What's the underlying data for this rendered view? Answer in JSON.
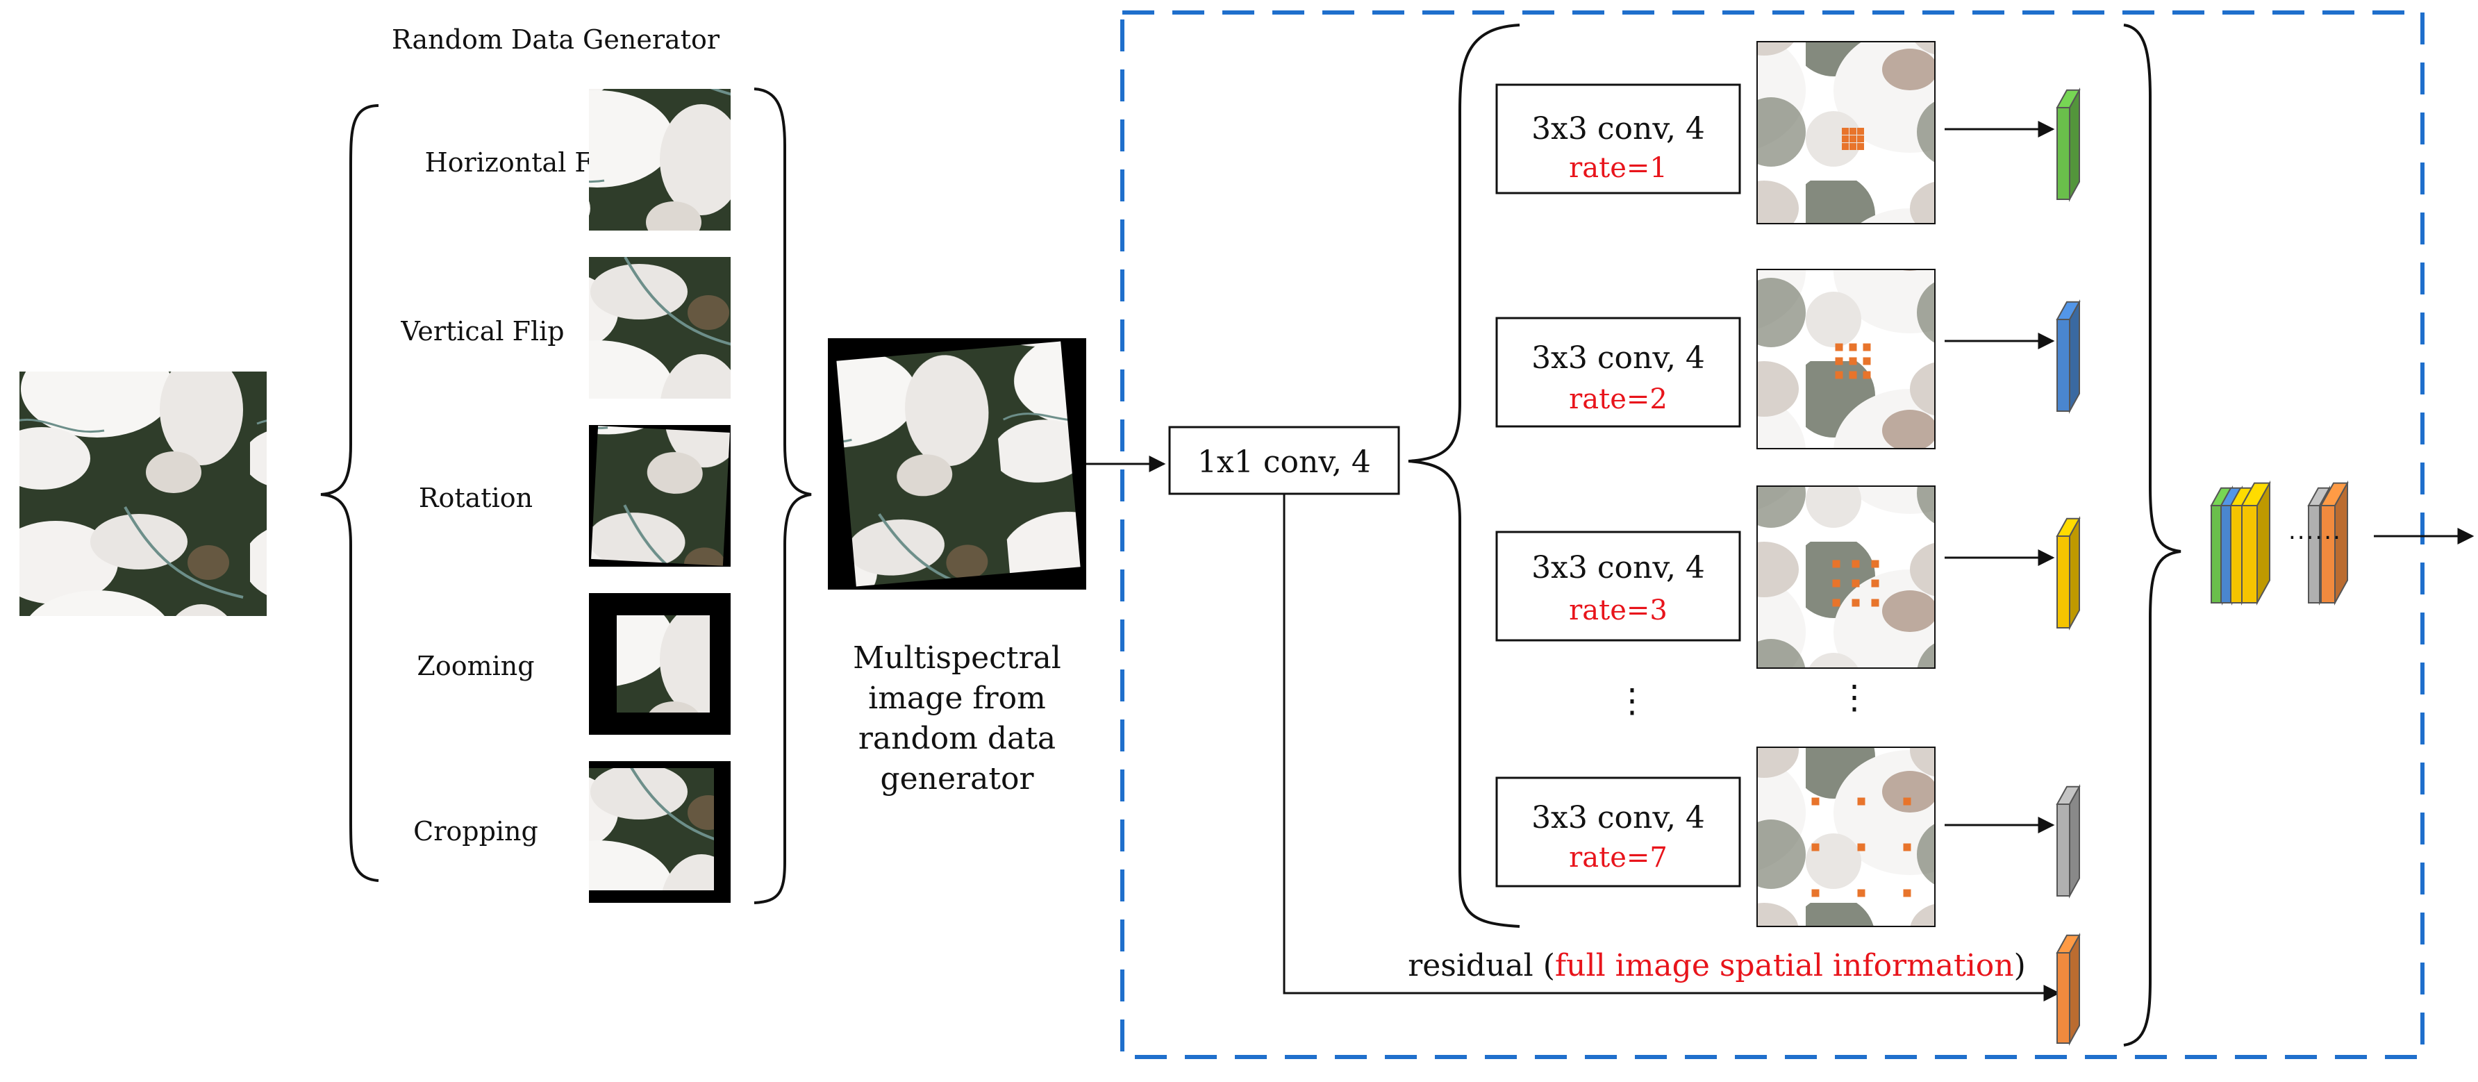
{
  "generator": {
    "title": "Random Data Generator",
    "steps": [
      {
        "label": "Horizontal Flip"
      },
      {
        "label": "Vertical Flip"
      },
      {
        "label": "Rotation"
      },
      {
        "label": "Zooming"
      },
      {
        "label": "Cropping"
      }
    ]
  },
  "multispectral": {
    "caption_line1": "Multispectral",
    "caption_line2": "image from",
    "caption_line3": "random data",
    "caption_line4": "generator"
  },
  "conv1x1": {
    "label": "1x1 conv, 4"
  },
  "branches": [
    {
      "conv": "3x3 conv, 4",
      "rate": "rate=1",
      "color": "#6abf4b"
    },
    {
      "conv": "3x3 conv, 4",
      "rate": "rate=2",
      "color": "#4a86cf"
    },
    {
      "conv": "3x3 conv, 4",
      "rate": "rate=3",
      "color": "#f5c400"
    },
    {
      "conv": "3x3 conv, 4",
      "rate": "rate=7",
      "color": "#b0b0b0"
    }
  ],
  "ellipsis": "⋮",
  "residual": {
    "prefix": "residual (",
    "highlight": "full image spatial information",
    "suffix": ")",
    "color": "#f08a3e"
  },
  "colors": {
    "dashed_box": "#1f6fcc",
    "red_text": "#e8141b",
    "dot_orange": "#e8742b"
  }
}
